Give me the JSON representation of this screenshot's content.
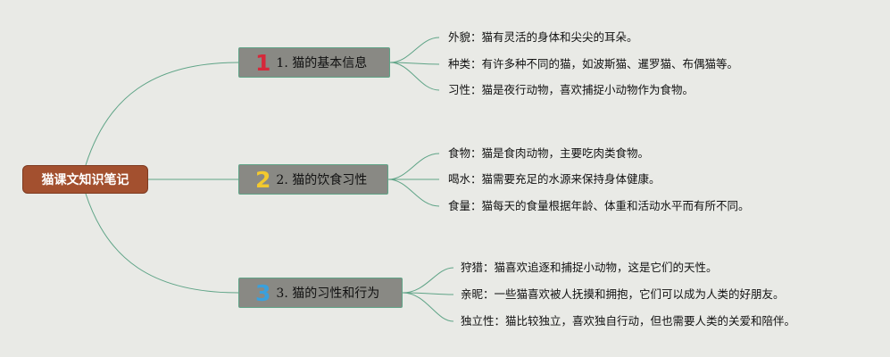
{
  "root": {
    "label": "猫课文知识笔记"
  },
  "branches": [
    {
      "number": "1",
      "number_color": "#d6283a",
      "label": "1. 猫的基本信息",
      "leaves": [
        "外貌：猫有灵活的身体和尖尖的耳朵。",
        "种类：有许多种不同的猫，如波斯猫、暹罗猫、布偶猫等。",
        "习性：猫是夜行动物，喜欢捕捉小动物作为食物。"
      ]
    },
    {
      "number": "2",
      "number_color": "#f3c92e",
      "label": "2. 猫的饮食习性",
      "leaves": [
        "食物：猫是食肉动物，主要吃肉类食物。",
        "喝水：猫需要充足的水源来保持身体健康。",
        "食量：猫每天的食量根据年龄、体重和活动水平而有所不同。"
      ]
    },
    {
      "number": "3",
      "number_color": "#3aa0dc",
      "label": "3. 猫的习性和行为",
      "leaves": [
        "狩猎：猫喜欢追逐和捕捉小动物，这是它们的天性。",
        "亲昵：一些猫喜欢被人抚摸和拥抱，它们可以成为人类的好朋友。",
        "独立性：猫比较独立，喜欢独自行动，但也需要人类的关爱和陪伴。"
      ]
    }
  ],
  "colors": {
    "background": "#e9eae6",
    "root_fill": "#a3502f",
    "branch_fill": "#898984",
    "connector": "#5fa487"
  }
}
